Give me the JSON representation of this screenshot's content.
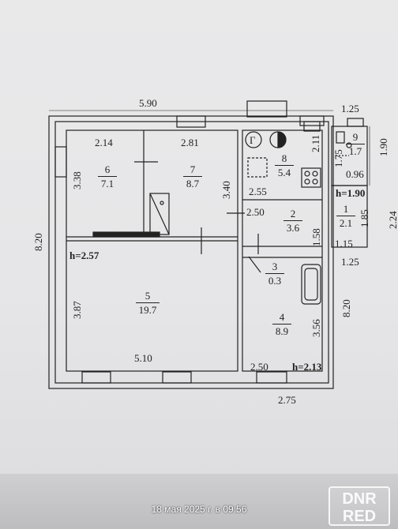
{
  "plan": {
    "dimensions": {
      "top_width": "5.90",
      "left_height": "8.20",
      "right_height": "8.20",
      "bottom_width": "2.75",
      "annex_top": "1.25",
      "annex_right": "1.90",
      "annex_right2": "2.24",
      "annex_bottom": "1.25"
    },
    "rooms": [
      {
        "id": "1",
        "area": "2.1"
      },
      {
        "id": "2",
        "area": "3.6"
      },
      {
        "id": "3",
        "area": "0.3"
      },
      {
        "id": "4",
        "area": "8.9"
      },
      {
        "id": "5",
        "area": "19.7"
      },
      {
        "id": "6",
        "area": "7.1"
      },
      {
        "id": "7",
        "area": "8.7"
      },
      {
        "id": "8",
        "area": "5.4"
      },
      {
        "id": "9",
        "area": "1.7"
      }
    ],
    "inner_dims": {
      "r6_top": "2.14",
      "r7_top": "2.81",
      "r6_left": "3.38",
      "r7_right": "3.40",
      "r8_right": "2.11",
      "r8_bottom": "2.55",
      "r2_top": "2.50",
      "r2_right": "1.58",
      "r5_left": "3.87",
      "r5_bottom": "5.10",
      "r4_right": "3.56",
      "r4_bottom": "2.50",
      "r9_left": "1.75",
      "r9_bottom": "0.96",
      "r1_right": "1.85",
      "r1_left": "1.15"
    },
    "heights": {
      "h_main": "h=2.57",
      "h_annex": "h=1.90",
      "h_room4": "h=2.13"
    },
    "kitchen_symbol": "Г"
  },
  "photo": {
    "timestamp": "18 мая 2025 г. в 09:56",
    "watermark_line1": "DNR",
    "watermark_line2": "RED"
  },
  "colors": {
    "paper": "#e8e8ea",
    "ink": "#222222"
  }
}
